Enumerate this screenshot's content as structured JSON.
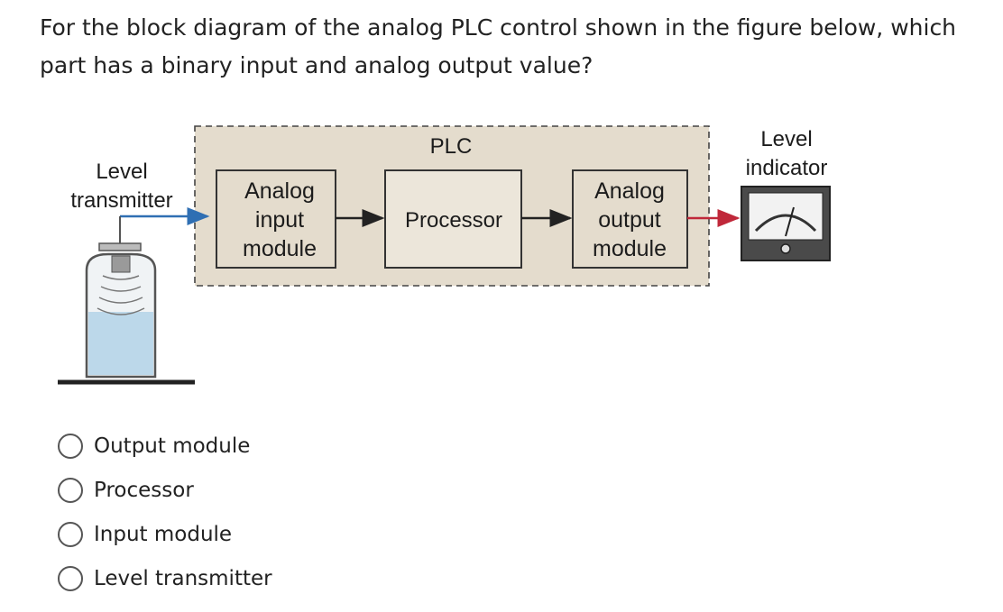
{
  "question": {
    "text": "For the block diagram of the analog PLC control shown in the figure below, which part has a binary input and analog output value?"
  },
  "diagram": {
    "plc_label": "PLC",
    "level_transmitter": [
      "Level",
      "transmitter"
    ],
    "analog_input_module": [
      "Analog",
      "input",
      "module"
    ],
    "processor": "Processor",
    "analog_output_module": [
      "Analog",
      "output",
      "module"
    ],
    "level_indicator": [
      "Level",
      "indicator"
    ],
    "colors": {
      "plc_background": "#e4dccd",
      "input_arrow": "#2f6fb3",
      "output_arrow": "#c0283a"
    }
  },
  "options": [
    {
      "label": "Output module"
    },
    {
      "label": "Processor"
    },
    {
      "label": "Input module"
    },
    {
      "label": "Level transmitter"
    }
  ]
}
